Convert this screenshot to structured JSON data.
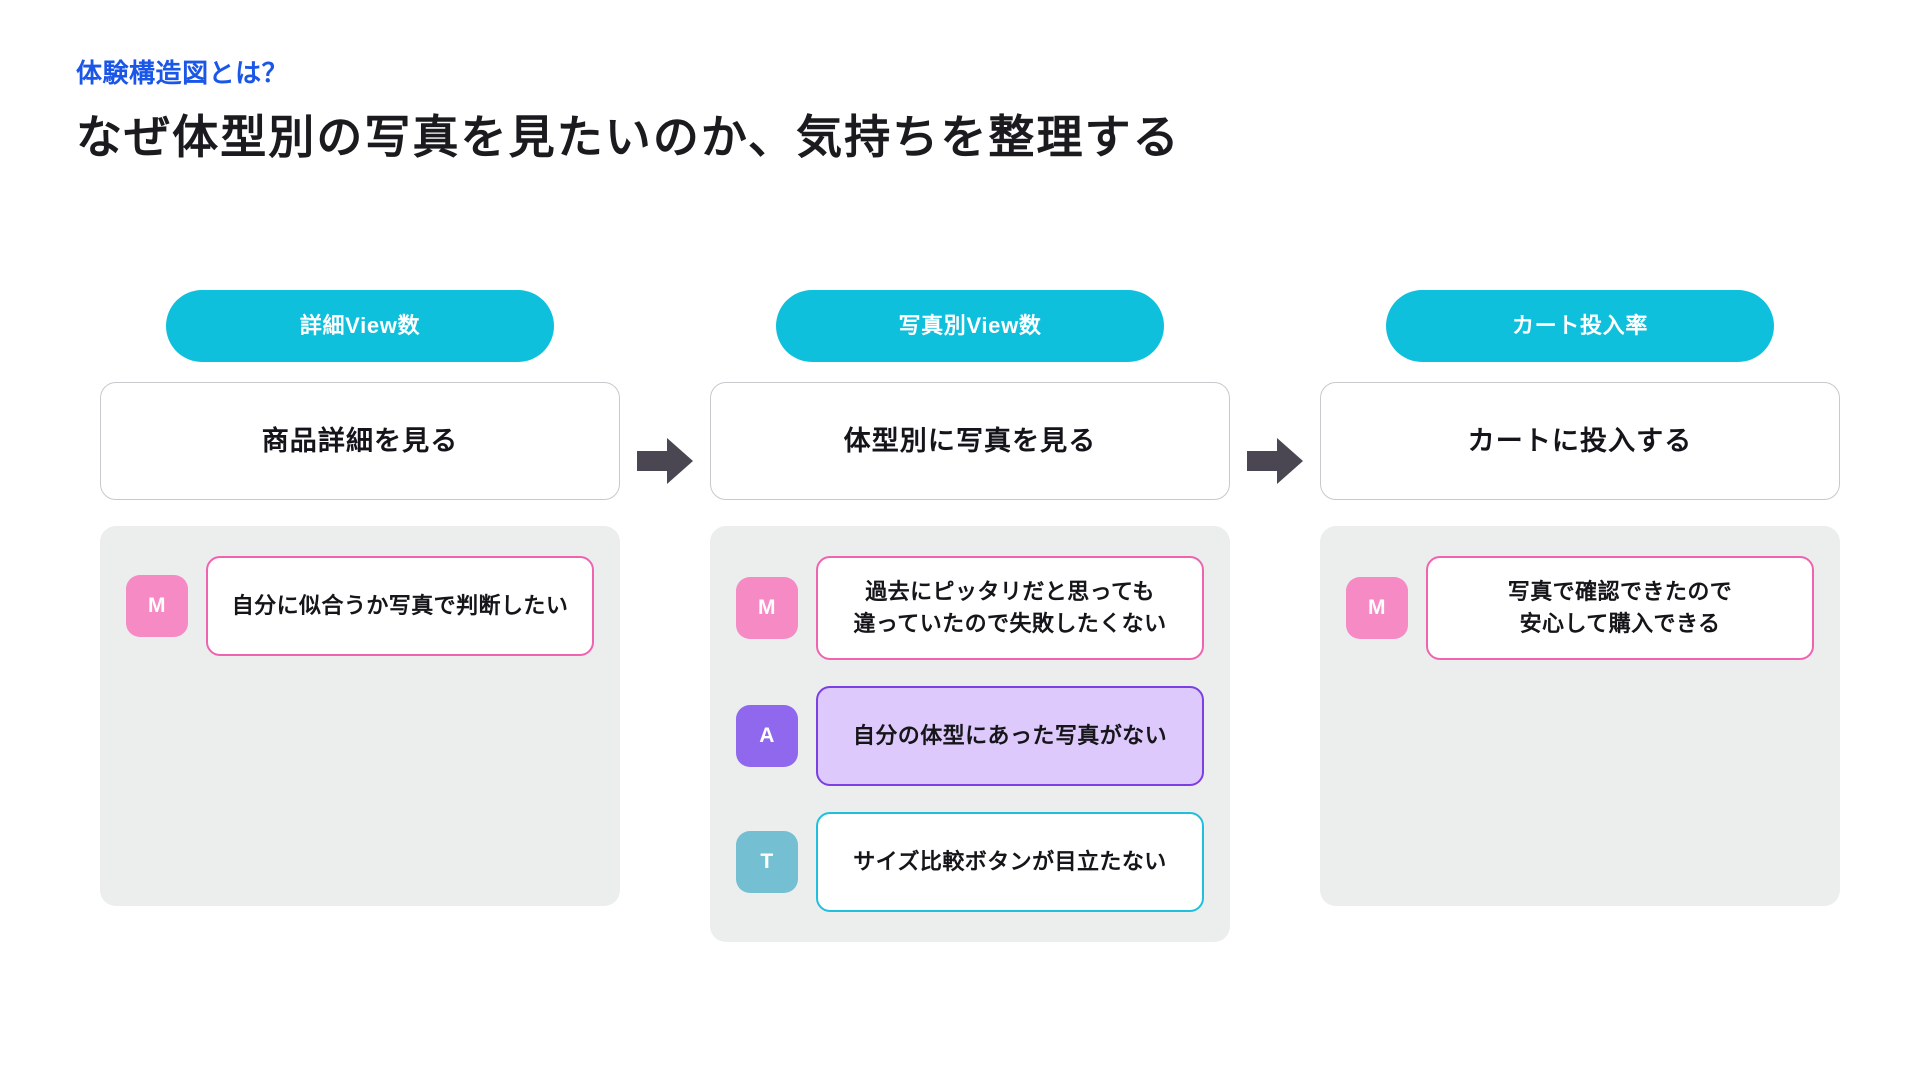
{
  "header": {
    "eyebrow": "体験構造図とは？",
    "title": "なぜ体型別の写真を見たいのか、気持ちを整理する"
  },
  "colors": {
    "eyebrow_blue": "#1a56e8",
    "kpi_cyan": "#0fc0dc",
    "panel_gray": "#eceded",
    "arrow_gray": "#4a4752",
    "badge_motivation_pink": "#f58ac4",
    "badge_action_purple": "#9068ee",
    "badge_touchpoint_teal": "#74c0d2",
    "card_border_pink": "#ef63b0",
    "card_border_purple": "#7b3fe4",
    "card_fill_purple": "#ddc9fb",
    "card_border_cyan": "#1ec0de"
  },
  "connectors": [
    {
      "icon": "arrow-right-icon"
    },
    {
      "icon": "arrow-right-icon"
    }
  ],
  "columns": [
    {
      "kpi": "詳細View数",
      "step": "商品詳細を見る",
      "notes": [
        {
          "badge": "M",
          "badge_type": "motivation",
          "variant": "variant-motivation",
          "lines": [
            "自分に似合うか写真で判断したい"
          ]
        }
      ]
    },
    {
      "kpi": "写真別View数",
      "step": "体型別に写真を見る",
      "notes": [
        {
          "badge": "M",
          "badge_type": "motivation",
          "variant": "variant-motivation",
          "lines": [
            "過去にピッタリだと思っても",
            "違っていたので失敗したくない"
          ]
        },
        {
          "badge": "A",
          "badge_type": "action",
          "variant": "variant-action",
          "lines": [
            "自分の体型にあった写真がない"
          ]
        },
        {
          "badge": "T",
          "badge_type": "touchpoint",
          "variant": "variant-touchpoint",
          "lines": [
            "サイズ比較ボタンが目立たない"
          ]
        }
      ]
    },
    {
      "kpi": "カート投入率",
      "step": "カートに投入する",
      "notes": [
        {
          "badge": "M",
          "badge_type": "motivation",
          "variant": "variant-motivation",
          "lines": [
            "写真で確認できたので",
            "安心して購入できる"
          ]
        }
      ]
    }
  ]
}
